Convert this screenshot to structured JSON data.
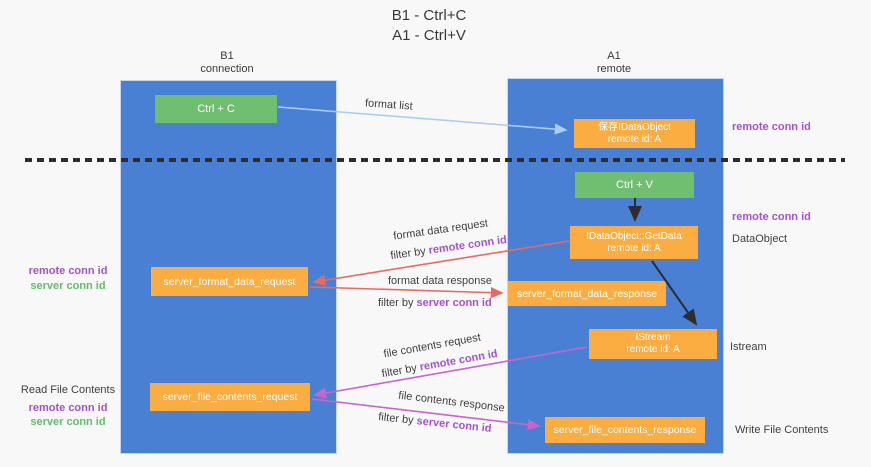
{
  "title": {
    "line1": "B1 - Ctrl+C",
    "line2": "A1 - Ctrl+V"
  },
  "lanes": {
    "left": {
      "name": "B1",
      "role": "connection"
    },
    "right": {
      "name": "A1",
      "role": "remote"
    }
  },
  "nodes": {
    "ctrl_c": {
      "label": "Ctrl + C"
    },
    "save_dataobject": {
      "line1": "保存IDataObject",
      "line2": "remote id: A"
    },
    "ctrl_v": {
      "label": "Ctrl + V"
    },
    "getdata": {
      "line1": "IDataObject::GetData",
      "line2": "remote id: A"
    },
    "format_request": {
      "label": "server_format_data_request"
    },
    "format_response": {
      "label": "server_format_data_response"
    },
    "istream": {
      "line1": "IStream",
      "line2": "remote id: A"
    },
    "file_request": {
      "label": "server_file_contents_request"
    },
    "file_response": {
      "label": "server_file_contents_response"
    }
  },
  "flow_labels": {
    "format_list": "format list",
    "format_data_request": "format data request",
    "format_data_response": "format data response",
    "file_contents_request": "file contents request",
    "file_contents_response": "file contents response",
    "filter_by": "filter by ",
    "remote_conn_id": "remote conn id",
    "server_conn_id": "server conn id"
  },
  "side_labels": {
    "right_remote_conn_1": "remote conn id",
    "right_remote_conn_2": "remote conn id",
    "dataobject": "DataObject",
    "istream": "Istream",
    "write_file_contents": "Write File Contents",
    "left_remote_conn_1": "remote conn id",
    "left_server_conn_1": "server conn id",
    "read_file_contents": "Read File Contents",
    "left_remote_conn_2": "remote conn id",
    "left_server_conn_2": "server conn id"
  },
  "colors": {
    "lane_blue": "#4a80d4",
    "box_orange": "#fbad41",
    "box_green": "#70bf71",
    "arrow_light_blue": "#a9cef2",
    "arrow_red": "#ea6a5f",
    "arrow_magenta": "#cb63cb",
    "arrow_black": "#2d2d2d",
    "text_purple": "#a452cd",
    "text_green": "#62bd68",
    "text_dark": "#3f3f3f",
    "background": "#f8f8f8"
  }
}
